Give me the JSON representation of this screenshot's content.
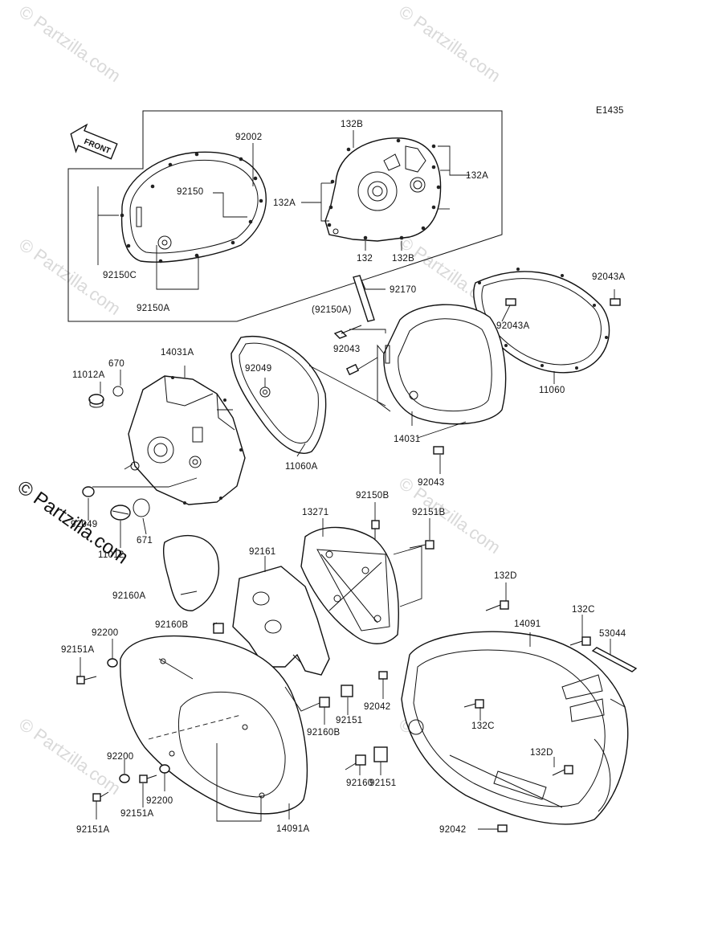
{
  "diagram": {
    "code": "E1435",
    "front_label": "FRONT",
    "watermark_small": "© Partzilla.com",
    "watermark_big": "© Partzilla.com",
    "labels": {
      "l_92002": "92002",
      "l_92150": "92150",
      "l_92150C": "92150C",
      "l_92150A_top": "92150A",
      "l_132B_top": "132B",
      "l_132A_right": "132A",
      "l_132A_left": "132A",
      "l_132": "132",
      "l_132B_bot": "132B",
      "l_92170": "92170",
      "l_92150A_paren": "(92150A)",
      "l_92043A_right": "92043A",
      "l_92043A_mid": "92043A",
      "l_92043": "92043",
      "l_14031A": "14031A",
      "l_670": "670",
      "l_11012A": "11012A",
      "l_92049_top": "92049",
      "l_11060": "11060",
      "l_14031": "14031",
      "l_11060A": "11060A",
      "l_92043_bot": "92043",
      "l_92049_bot": "92049",
      "l_671": "671",
      "l_11012": "11012",
      "l_13271": "13271",
      "l_92150B": "92150B",
      "l_92151B": "92151B",
      "l_92161": "92161",
      "l_92160A": "92160A",
      "l_132D_top": "132D",
      "l_132C_top": "132C",
      "l_14091": "14091",
      "l_53044": "53044",
      "l_92160B_top": "92160B",
      "l_92200_top": "92200",
      "l_92151A_top": "92151A",
      "l_92042_mid": "92042",
      "l_92151_mid": "92151",
      "l_92160B_bot": "92160B",
      "l_132C_mid": "132C",
      "l_132D_bot": "132D",
      "l_92200_mid": "92200",
      "l_92200_bot": "92200",
      "l_92151A_mid": "92151A",
      "l_92151A_bot": "92151A",
      "l_92160": "92160",
      "l_92151_bot": "92151",
      "l_14091A": "14091A",
      "l_92042_bot": "92042"
    }
  }
}
